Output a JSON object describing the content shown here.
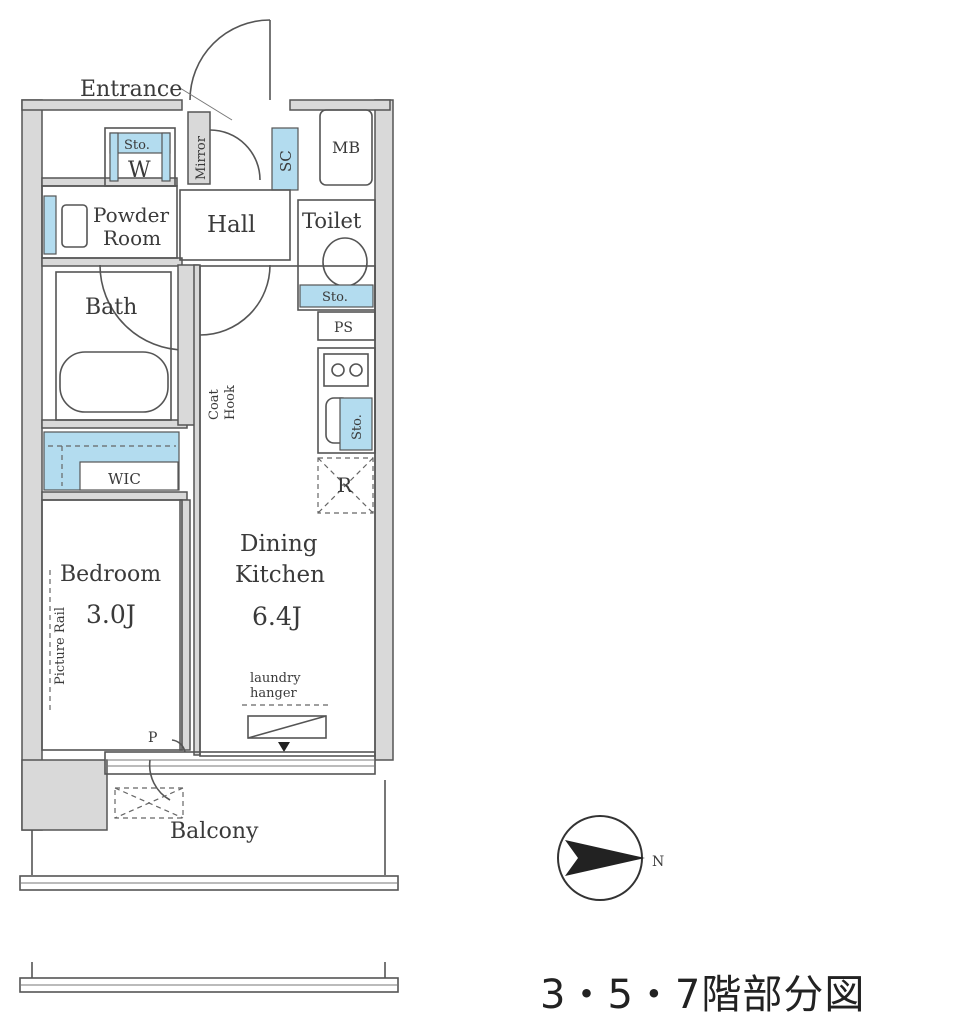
{
  "rooms": {
    "entrance": "Entrance",
    "storage_w_top": "Sto.",
    "storage_w_bottom": "W",
    "mirror": "Mirror",
    "sc": "SC",
    "mb": "MB",
    "powder_room_1": "Powder",
    "powder_room_2": "Room",
    "hall": "Hall",
    "toilet": "Toilet",
    "toilet_storage": "Sto.",
    "ps": "PS",
    "bath": "Bath",
    "coat_hook_1": "Coat",
    "coat_hook_2": "Hook",
    "kitchen_storage": "Sto.",
    "refrigerator": "R",
    "wic": "WIC",
    "dining_1": "Dining",
    "dining_2": "Kitchen",
    "dining_size": "6.4J",
    "bedroom": "Bedroom",
    "bedroom_size": "3.0J",
    "picture_rail": "Picture Rail",
    "laundry_1": "laundry",
    "laundry_2": "hanger",
    "p": "P",
    "balcony": "Balcony"
  },
  "compass": {
    "label": "N",
    "icon": "north-arrow-icon"
  },
  "floor_note": "3・5・7階部分図",
  "colors": {
    "accent_blue": "#b3dcef",
    "wall_gray": "#d9d9d9",
    "line": "#555555"
  }
}
